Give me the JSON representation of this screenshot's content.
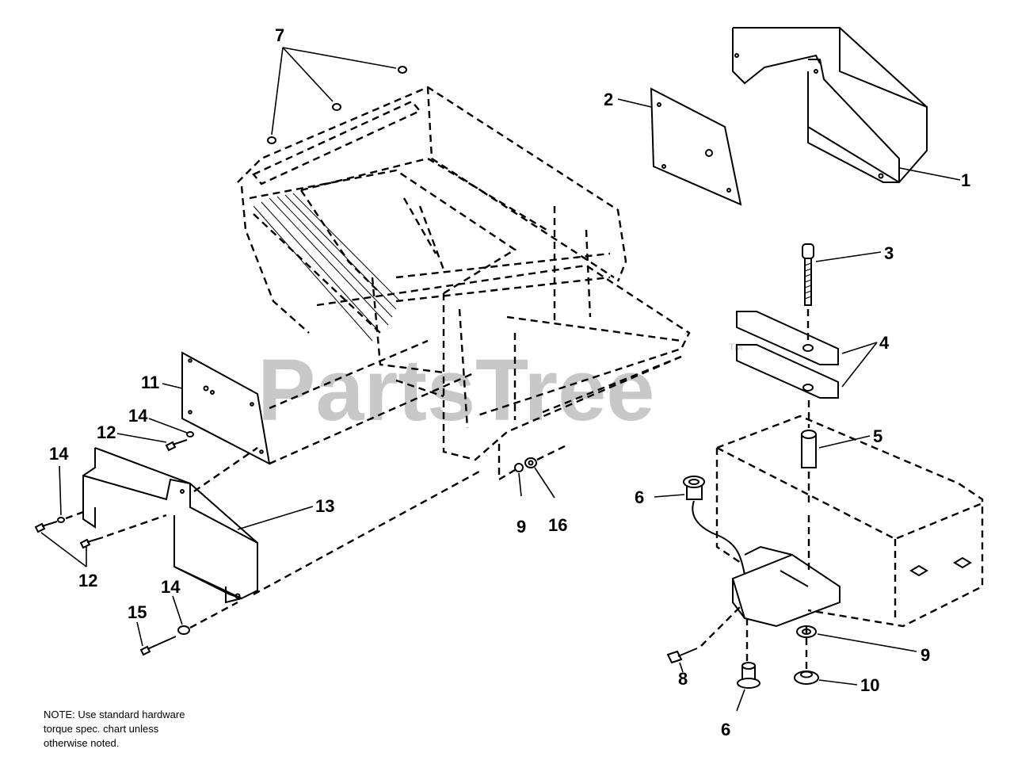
{
  "watermark": {
    "text": "PartsTree",
    "tm": "TM"
  },
  "labels": {
    "l1": "1",
    "l2": "2",
    "l3": "3",
    "l4": "4",
    "l5": "5",
    "l6a": "6",
    "l6b": "6",
    "l7": "7",
    "l8": "8",
    "l9a": "9",
    "l9b": "9",
    "l10": "10",
    "l11": "11",
    "l12a": "12",
    "l12b": "12",
    "l13": "13",
    "l14a": "14",
    "l14b": "14",
    "l14c": "14",
    "l15": "15",
    "l16": "16"
  },
  "note": {
    "line1": "NOTE: Use standard hardware",
    "line2": "torque spec. chart unless",
    "line3": "otherwise noted."
  }
}
